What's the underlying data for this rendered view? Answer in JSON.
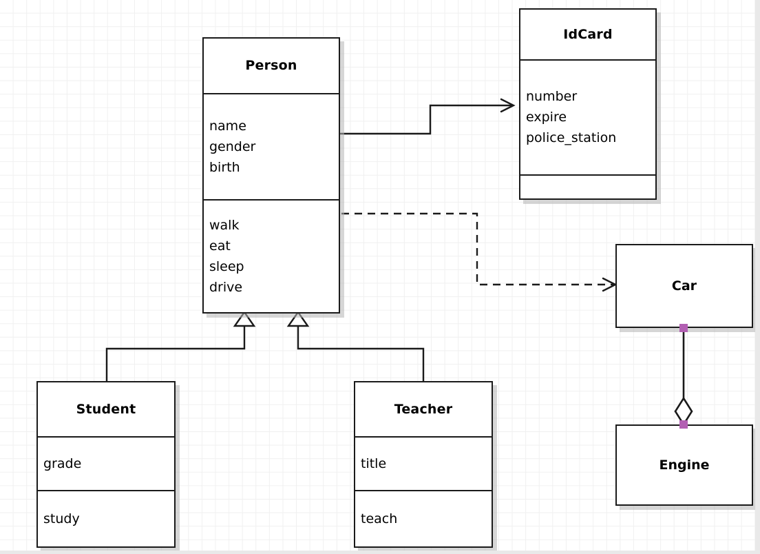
{
  "diagram": {
    "type": "uml-class-diagram",
    "background": "#ffffff",
    "grid_color": "#f0f0f0",
    "line_color": "#1a1a1a",
    "handle_color": "#b25fb2"
  },
  "classes": {
    "person": {
      "name": "Person",
      "attributes": [
        "name",
        "gender",
        "birth"
      ],
      "methods": [
        "walk",
        "eat",
        "sleep",
        "drive"
      ]
    },
    "idcard": {
      "name": "IdCard",
      "attributes": [
        "number",
        "expire",
        "police_station"
      ],
      "methods": []
    },
    "student": {
      "name": "Student",
      "attributes": [
        "grade"
      ],
      "methods": [
        "study"
      ]
    },
    "teacher": {
      "name": "Teacher",
      "attributes": [
        "title"
      ],
      "methods": [
        "teach"
      ]
    },
    "car": {
      "name": "Car"
    },
    "engine": {
      "name": "Engine"
    }
  },
  "relations": [
    {
      "id": "person-idcard",
      "kind": "association",
      "from": "Person",
      "to": "IdCard",
      "style": "solid",
      "arrow": "open"
    },
    {
      "id": "person-car",
      "kind": "dependency",
      "from": "Person",
      "to": "Car",
      "style": "dashed",
      "arrow": "open"
    },
    {
      "id": "student-person",
      "kind": "generalization",
      "from": "Student",
      "to": "Person",
      "style": "solid",
      "arrow": "hollow-triangle"
    },
    {
      "id": "teacher-person",
      "kind": "generalization",
      "from": "Teacher",
      "to": "Person",
      "style": "solid",
      "arrow": "hollow-triangle"
    },
    {
      "id": "car-engine",
      "kind": "aggregation",
      "from": "Car",
      "to": "Engine",
      "style": "solid",
      "arrow": "hollow-diamond"
    }
  ]
}
